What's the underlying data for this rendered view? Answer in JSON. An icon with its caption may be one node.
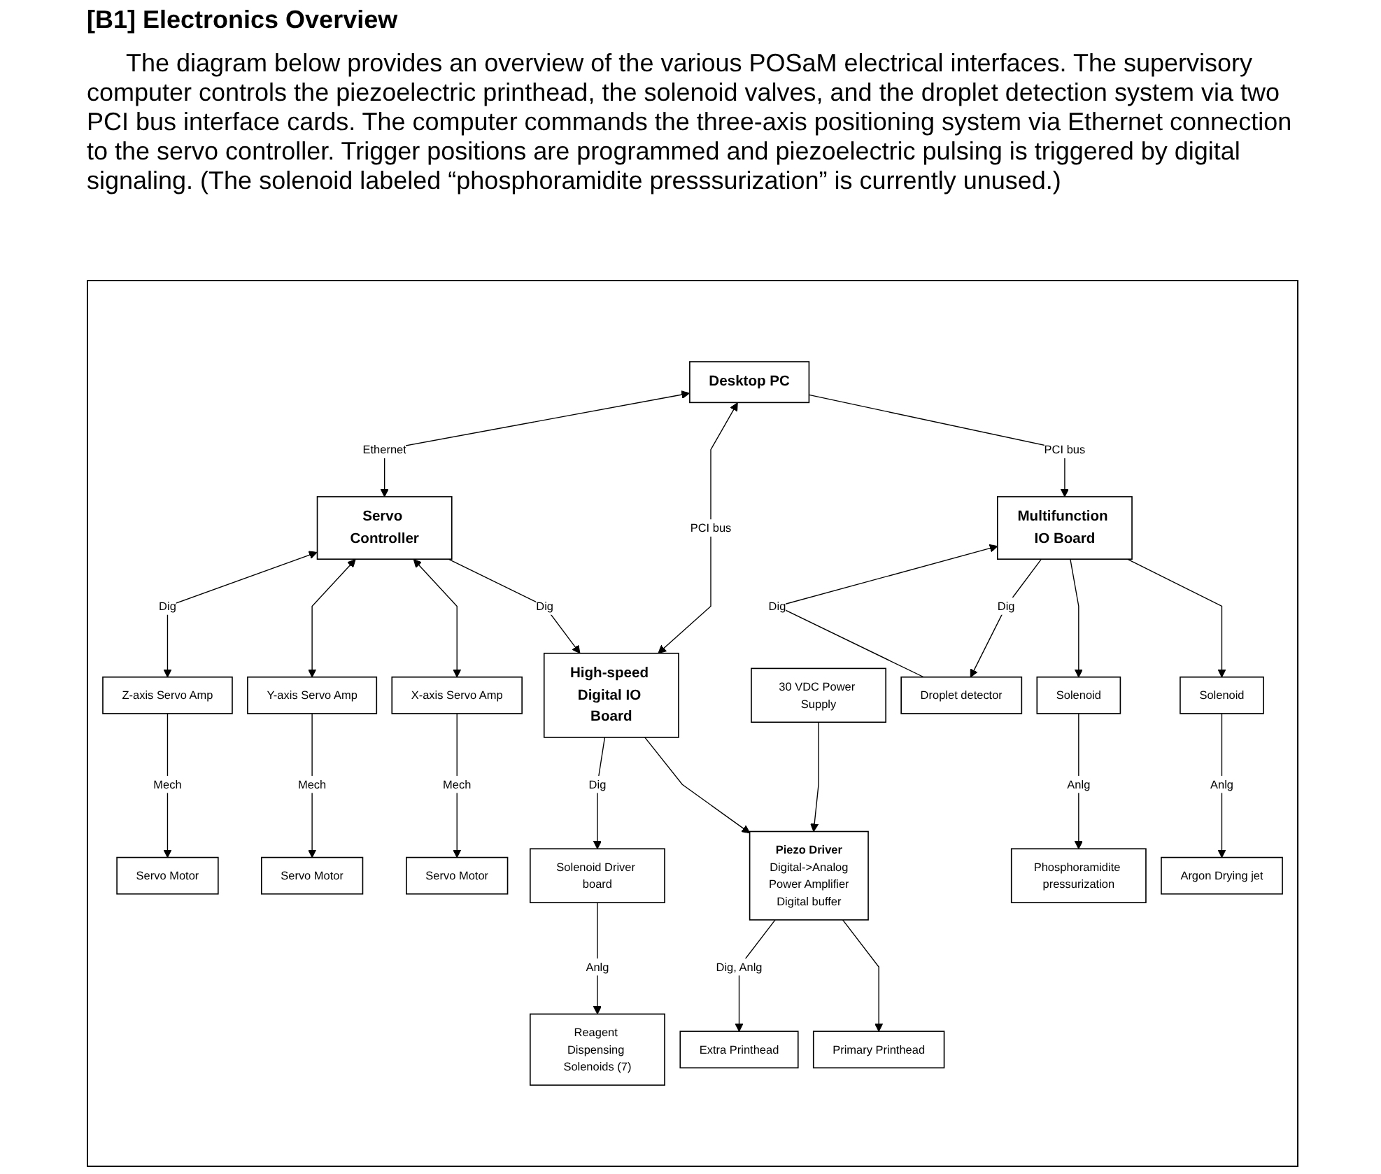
{
  "diagram": {
    "title": "[B1] Electronics Overview",
    "nodes": [
      {
        "text": [
          "Desktop PC"
        ]
      },
      {
        "text": [
          "Multifunction IO Board"
        ]
      },
      {
        "text": [
          "High-speed Digital IO Board"
        ]
      },
      {
        "text": [
          "Servo Controller"
        ]
      },
      {
        "text": [
          "Solenoid"
        ]
      },
      {
        "text": [
          "Solenoid"
        ]
      },
      {
        "text": [
          "Droplet detector"
        ]
      },
      {
        "text": [
          "30 VDC Power Supply"
        ]
      },
      {
        "text": [
          "Piezo Driver",
          "Digital->Analog",
          "Power Amplifier",
          "Digital buffer"
        ]
      },
      {
        "text": [
          "Solenoid Driver board"
        ]
      },
      {
        "text": [
          "X-axis Servo Amp"
        ]
      },
      {
        "text": [
          "Y-axis Servo Amp"
        ]
      },
      {
        "text": [
          "Z-axis Servo Amp"
        ]
      },
      {
        "text": [
          "Argon Drying jet"
        ]
      },
      {
        "text": [
          "Phosphoramidite pressurization"
        ]
      },
      {
        "text": [
          "Primary Printhead"
        ]
      },
      {
        "text": [
          "Extra Printhead"
        ]
      },
      {
        "text": [
          "Reagent Dispensing Solenoids (7)"
        ]
      },
      {
        "text": [
          "Servo Motor"
        ]
      },
      {
        "text": [
          "Servo Motor"
        ]
      },
      {
        "text": [
          "Servo Motor"
        ]
      }
    ],
    "edges": [
      {
        "from": 0,
        "to": 1,
        "arrow": "to",
        "label": "PCI bus"
      },
      {
        "from": 0,
        "to": 2,
        "arrow": "both",
        "label": "PCI bus"
      },
      {
        "from": 0,
        "to": 3,
        "arrow": "both",
        "label": "Ethernet"
      },
      {
        "from": 3,
        "to": 2,
        "arrow": "to",
        "label": "Dig"
      },
      {
        "from": 1,
        "to": 4,
        "arrow": "to"
      },
      {
        "from": 1,
        "to": 5,
        "arrow": "to"
      },
      {
        "from": 1,
        "to": 6,
        "arrow": "to",
        "label": "Dig"
      },
      {
        "from": 6,
        "to": 1,
        "arrow": "to",
        "label": "Dig"
      },
      {
        "from": 2,
        "to": 8,
        "arrow": "to"
      },
      {
        "from": 2,
        "to": 9,
        "arrow": "to",
        "label": "Dig"
      },
      {
        "from": 7,
        "to": 8,
        "arrow": "to"
      },
      {
        "from": 3,
        "to": 10,
        "arrow": "both"
      },
      {
        "from": 3,
        "to": 11,
        "arrow": "both"
      },
      {
        "from": 3,
        "to": 12,
        "arrow": "both",
        "label": "Dig"
      },
      {
        "from": 4,
        "to": 13,
        "arrow": "to",
        "label": "Anlg"
      },
      {
        "from": 5,
        "to": 14,
        "arrow": "to",
        "label": "Anlg"
      },
      {
        "from": 8,
        "to": 15,
        "arrow": "to"
      },
      {
        "from": 8,
        "to": 16,
        "arrow": "to",
        "label": "Dig, Anlg"
      },
      {
        "from": 9,
        "to": 17,
        "arrow": "to",
        "label": "Anlg"
      },
      {
        "from": 10,
        "to": 18,
        "arrow": "to",
        "label": "Mech"
      },
      {
        "from": 11,
        "to": 19,
        "arrow": "to",
        "label": "Mech"
      },
      {
        "from": 12,
        "to": 20,
        "arrow": "to",
        "label": "Mech"
      }
    ],
    "labels": [
      "The diagram below provides an overview of the various POSaM electrical interfaces. The supervisory computer controls the piezoelectric printhead, the solenoid valves, and the droplet detection system via two PCI bus interface cards. The computer commands the three-axis positioning system via Ethernet connection to the servo controller. Trigger positions are programmed and piezoelectric pulsing is triggered by digital signaling. (The solenoid labeled “phosphoramidite presssurization” is currently unused.)"
    ]
  }
}
